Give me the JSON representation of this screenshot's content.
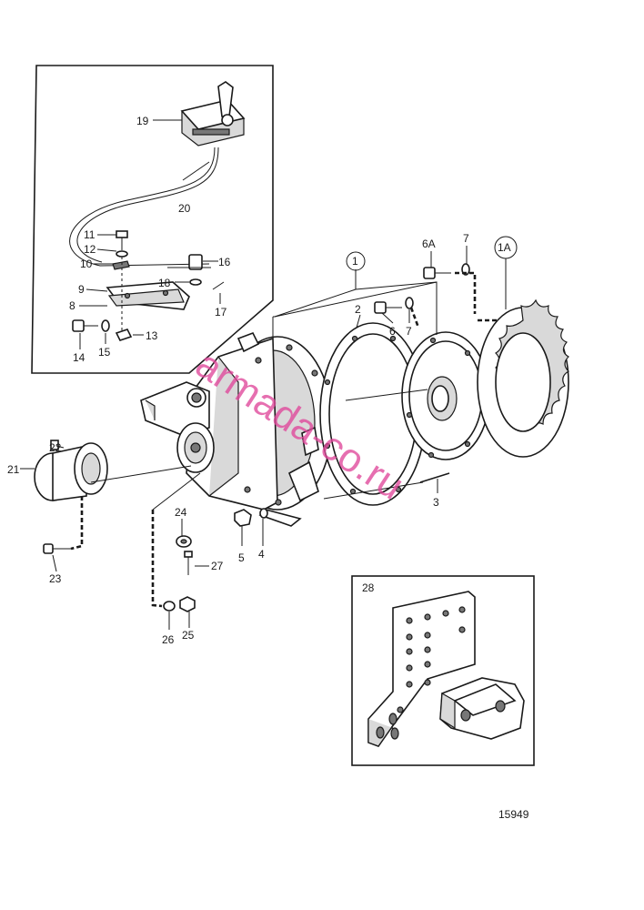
{
  "drawing_number": "15949",
  "watermark": "armada-co.ru",
  "callouts": [
    {
      "id": "19",
      "text": "19"
    },
    {
      "id": "20",
      "text": "20"
    },
    {
      "id": "11",
      "text": "11"
    },
    {
      "id": "12",
      "text": "12"
    },
    {
      "id": "10",
      "text": "10"
    },
    {
      "id": "16",
      "text": "16"
    },
    {
      "id": "18",
      "text": "18"
    },
    {
      "id": "9",
      "text": "9"
    },
    {
      "id": "8",
      "text": "8"
    },
    {
      "id": "17",
      "text": "17"
    },
    {
      "id": "14",
      "text": "14"
    },
    {
      "id": "15",
      "text": "15"
    },
    {
      "id": "13",
      "text": "13"
    },
    {
      "id": "1",
      "text": "1"
    },
    {
      "id": "6A",
      "text": "6A"
    },
    {
      "id": "7a",
      "text": "7"
    },
    {
      "id": "1A",
      "text": "1A"
    },
    {
      "id": "2",
      "text": "2"
    },
    {
      "id": "6",
      "text": "6"
    },
    {
      "id": "7b",
      "text": "7"
    },
    {
      "id": "22",
      "text": "22"
    },
    {
      "id": "21",
      "text": "21"
    },
    {
      "id": "3",
      "text": "3"
    },
    {
      "id": "24",
      "text": "24"
    },
    {
      "id": "5",
      "text": "5"
    },
    {
      "id": "4",
      "text": "4"
    },
    {
      "id": "23",
      "text": "23"
    },
    {
      "id": "27",
      "text": "27"
    },
    {
      "id": "26",
      "text": "26"
    },
    {
      "id": "25",
      "text": "25"
    },
    {
      "id": "28",
      "text": "28"
    }
  ]
}
